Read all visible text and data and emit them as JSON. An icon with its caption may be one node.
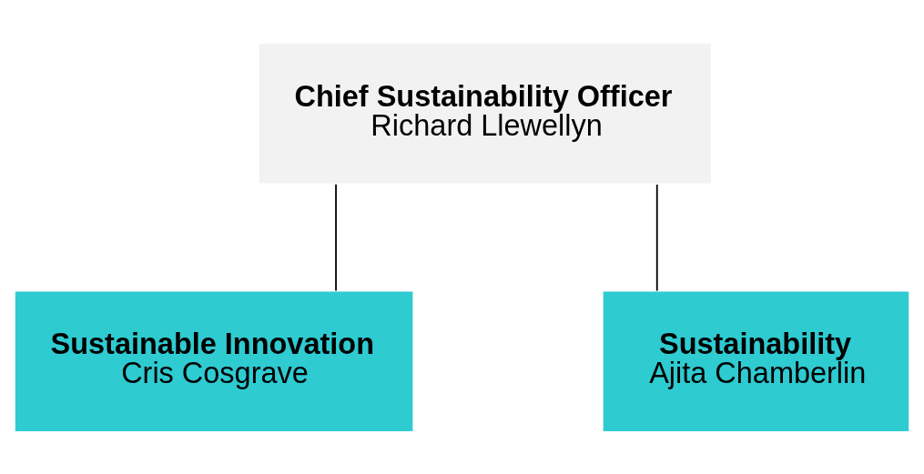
{
  "diagram": {
    "nodes": [
      {
        "text": [
          "Chief Sustainability Officer",
          "Richard Llewellyn"
        ]
      },
      {
        "text": [
          "Sustainable Innovation",
          "Cris Cosgrave"
        ]
      },
      {
        "text": [
          "Sustainability",
          "Ajita Chamberlin"
        ]
      }
    ],
    "edges": [
      {
        "from": 0,
        "to": 1,
        "arrow": "none"
      },
      {
        "from": 0,
        "to": 2,
        "arrow": "none"
      }
    ]
  }
}
